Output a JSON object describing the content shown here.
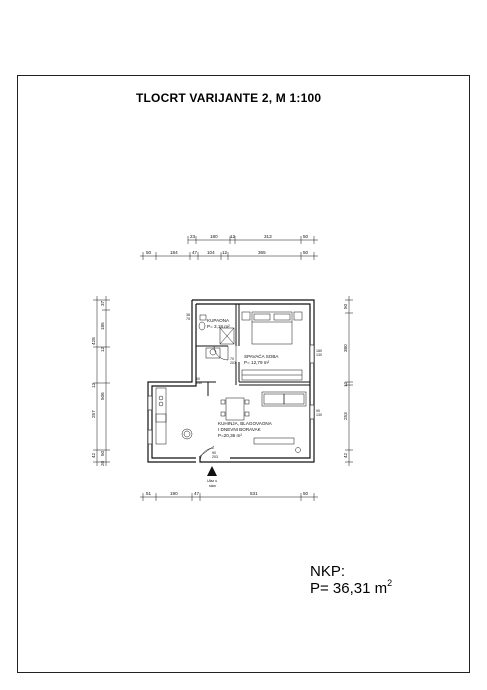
{
  "title": "TLOCRT VARIJANTE 2, M 1:100",
  "dimensions": {
    "top_row1": [
      "23",
      "180",
      "12",
      "313",
      "50"
    ],
    "top_row2": [
      "50",
      "184",
      "47",
      "104",
      "12",
      "365",
      "50"
    ],
    "bottom_row": [
      "51",
      "190",
      "47",
      "531",
      "50"
    ],
    "left_upper": [
      "37",
      "185",
      "12",
      "428"
    ],
    "left_lower": [
      "12",
      "257",
      "506",
      "42",
      "50",
      "20"
    ],
    "right_col": [
      "50",
      "380",
      "12",
      "253",
      "42"
    ],
    "window_1": "180\n130",
    "window_2": "90\n130",
    "door_1": "70\n203",
    "door_2": "90\n203",
    "misc_1": "38\n75",
    "misc_2": "60\n140",
    "entrance_dim": "90\n203"
  },
  "rooms": {
    "bathroom_name": "KUPAONA",
    "bathroom_area": "P= 3,18 m²",
    "bedroom_name": "SPAVAĆA SOBA",
    "bedroom_area": "P= 12,79 m²",
    "living_name_1": "KUHINJA, BLAGOVAONA",
    "living_name_2": "I DNEVNI BORAVAK",
    "living_area": "P=20,36 m²"
  },
  "entrance_label_1": "Ulaz u",
  "entrance_label_2": "stan",
  "nkp": {
    "label": "NKP:",
    "area_text": "P= 36,31 m",
    "area_sup": "2"
  }
}
